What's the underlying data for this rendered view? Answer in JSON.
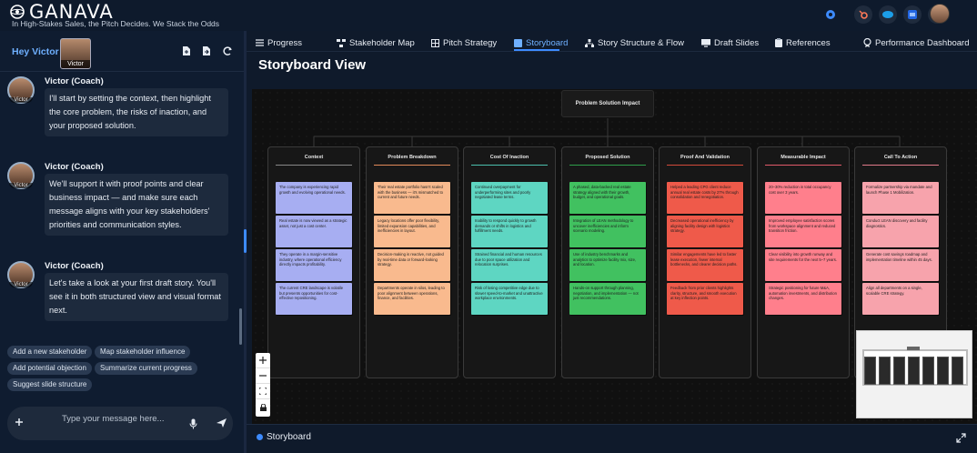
{
  "header": {
    "brand": "GANAVA",
    "tagline": "In High-Stakes Sales, the Pitch Decides. We Stack the Odds",
    "icons": [
      "gear-icon",
      "hubspot-icon",
      "salesforce-icon",
      "dynamics-icon",
      "integration-icon"
    ]
  },
  "left": {
    "greeting": "Hey Victor",
    "user_chip": "Victor",
    "messages": [
      {
        "author": "Victor (Coach)",
        "avatar_label": "Victor",
        "text": "I'll start by setting the context, then highlight the core problem, the risks of inaction, and your proposed solution."
      },
      {
        "author": "Victor (Coach)",
        "avatar_label": "Victor",
        "text": "We'll support it with proof points and clear business impact — and make sure each message aligns with your key stakeholders' priorities and communication styles."
      },
      {
        "author": "Victor (Coach)",
        "avatar_label": "Victor",
        "text": "Let's take a look at your first draft story. You'll see it in both structured view and visual format next."
      }
    ],
    "suggestions": [
      "Add a new stakeholder",
      "Map stakeholder influence",
      "Add potential objection",
      "Summarize current progress",
      "Suggest slide structure"
    ],
    "composer_placeholder": "Type your message here..."
  },
  "nav": {
    "tabs": [
      {
        "label": "Progress",
        "icon": "list-icon"
      },
      {
        "label": "Stakeholder Map",
        "icon": "network-icon"
      },
      {
        "label": "Pitch Strategy",
        "icon": "grid-icon"
      },
      {
        "label": "Storyboard",
        "icon": "storyboard-icon",
        "active": true
      },
      {
        "label": "Story Structure & Flow",
        "icon": "sitemap-icon"
      },
      {
        "label": "Draft Slides",
        "icon": "monitor-icon"
      },
      {
        "label": "References",
        "icon": "clipboard-icon"
      },
      {
        "label": "Performance Dashboard",
        "icon": "gauge-icon"
      }
    ]
  },
  "main": {
    "title": "Storyboard View",
    "root_node": "Problem Solution Impact",
    "bottom_label": "Storyboard",
    "columns": [
      {
        "title": "Context",
        "rule_color": "#888888",
        "note_color": "#a7aef2",
        "notes": [
          "The company is experiencing rapid growth and evolving operational needs.",
          "Real estate is now viewed as a strategic asset, not just a cost center.",
          "They operate in a margin-sensitive industry, where operational efficiency directly impacts profitability.",
          "The current CRE landscape is volatile but presents opportunities for cost-effective repositioning."
        ]
      },
      {
        "title": "Problem Breakdown",
        "rule_color": "#e28a5a",
        "note_color": "#f9ba8e",
        "notes": [
          "Their real estate portfolio hasn't scaled with the business — it's mismatched to current and future needs.",
          "Legacy locations offer poor flexibility, limited expansion capabilities, and inefficiencies in layout.",
          "Decision-making is reactive, not guided by real-time data or forward-looking strategy.",
          "Departments operate in silos, leading to poor alignment between operations, finance, and facilities."
        ]
      },
      {
        "title": "Cost Of Inaction",
        "rule_color": "#4bbfae",
        "note_color": "#5ed6c2",
        "notes": [
          "Continued overpayment for underperforming sites and poorly negotiated lease terms.",
          "Inability to respond quickly to growth demands or shifts in logistics and fulfillment needs.",
          "Strained financial and human resources due to poor space utilization and relocation surprises.",
          "Risk of losing competitive edge due to slower speed-to-market and unattractive workplace environments."
        ]
      },
      {
        "title": "Proposed Solution",
        "rule_color": "#2e9e4a",
        "note_color": "#41c160",
        "notes": [
          "A phased, data-backed real estate strategy aligned with their growth, budget, and operational goals.",
          "Integration of LEAN methodology to uncover inefficiencies and inform scenario modeling.",
          "Use of industry benchmarks and analytics to optimize facility mix, size, and location.",
          "Hands-on support through planning, negotiation, and implementation — not just recommendations."
        ]
      },
      {
        "title": "Proof And Validation",
        "rule_color": "#d24a3a",
        "note_color": "#ef5a4a",
        "notes": [
          "Helped a leading CPG client reduce annual real estate costs by 27% through consolidation and renegotiation.",
          "Decreased operational inefficiency by aligning facility design with logistics strategy.",
          "Similar engagements have led to faster lease execution, fewer internal bottlenecks, and clearer decision paths.",
          "Feedback from prior clients highlights clarity, structure, and smooth execution at key inflection points."
        ]
      },
      {
        "title": "Measurable Impact",
        "rule_color": "#e05a6a",
        "note_color": "#ff7f8c",
        "notes": [
          "20–30% reduction in total occupancy cost over 3 years.",
          "Improved employee satisfaction scores from workspace alignment and reduced transition friction.",
          "Clear visibility into growth runway and site requirements for the next 5–7 years.",
          "Strategic positioning for future M&A, automation investments, and distribution changes."
        ]
      },
      {
        "title": "Call To Action",
        "rule_color": "#e07a8a",
        "note_color": "#f7a3ac",
        "notes": [
          "Formalize partnership via mandate and launch Phase 1 Mobilization.",
          "Conduct LEAN discovery and facility diagnostics.",
          "Generate cost savings roadmap and implementation timeline within 45 days.",
          "Align all departments on a single, scalable CRE strategy."
        ]
      }
    ]
  }
}
